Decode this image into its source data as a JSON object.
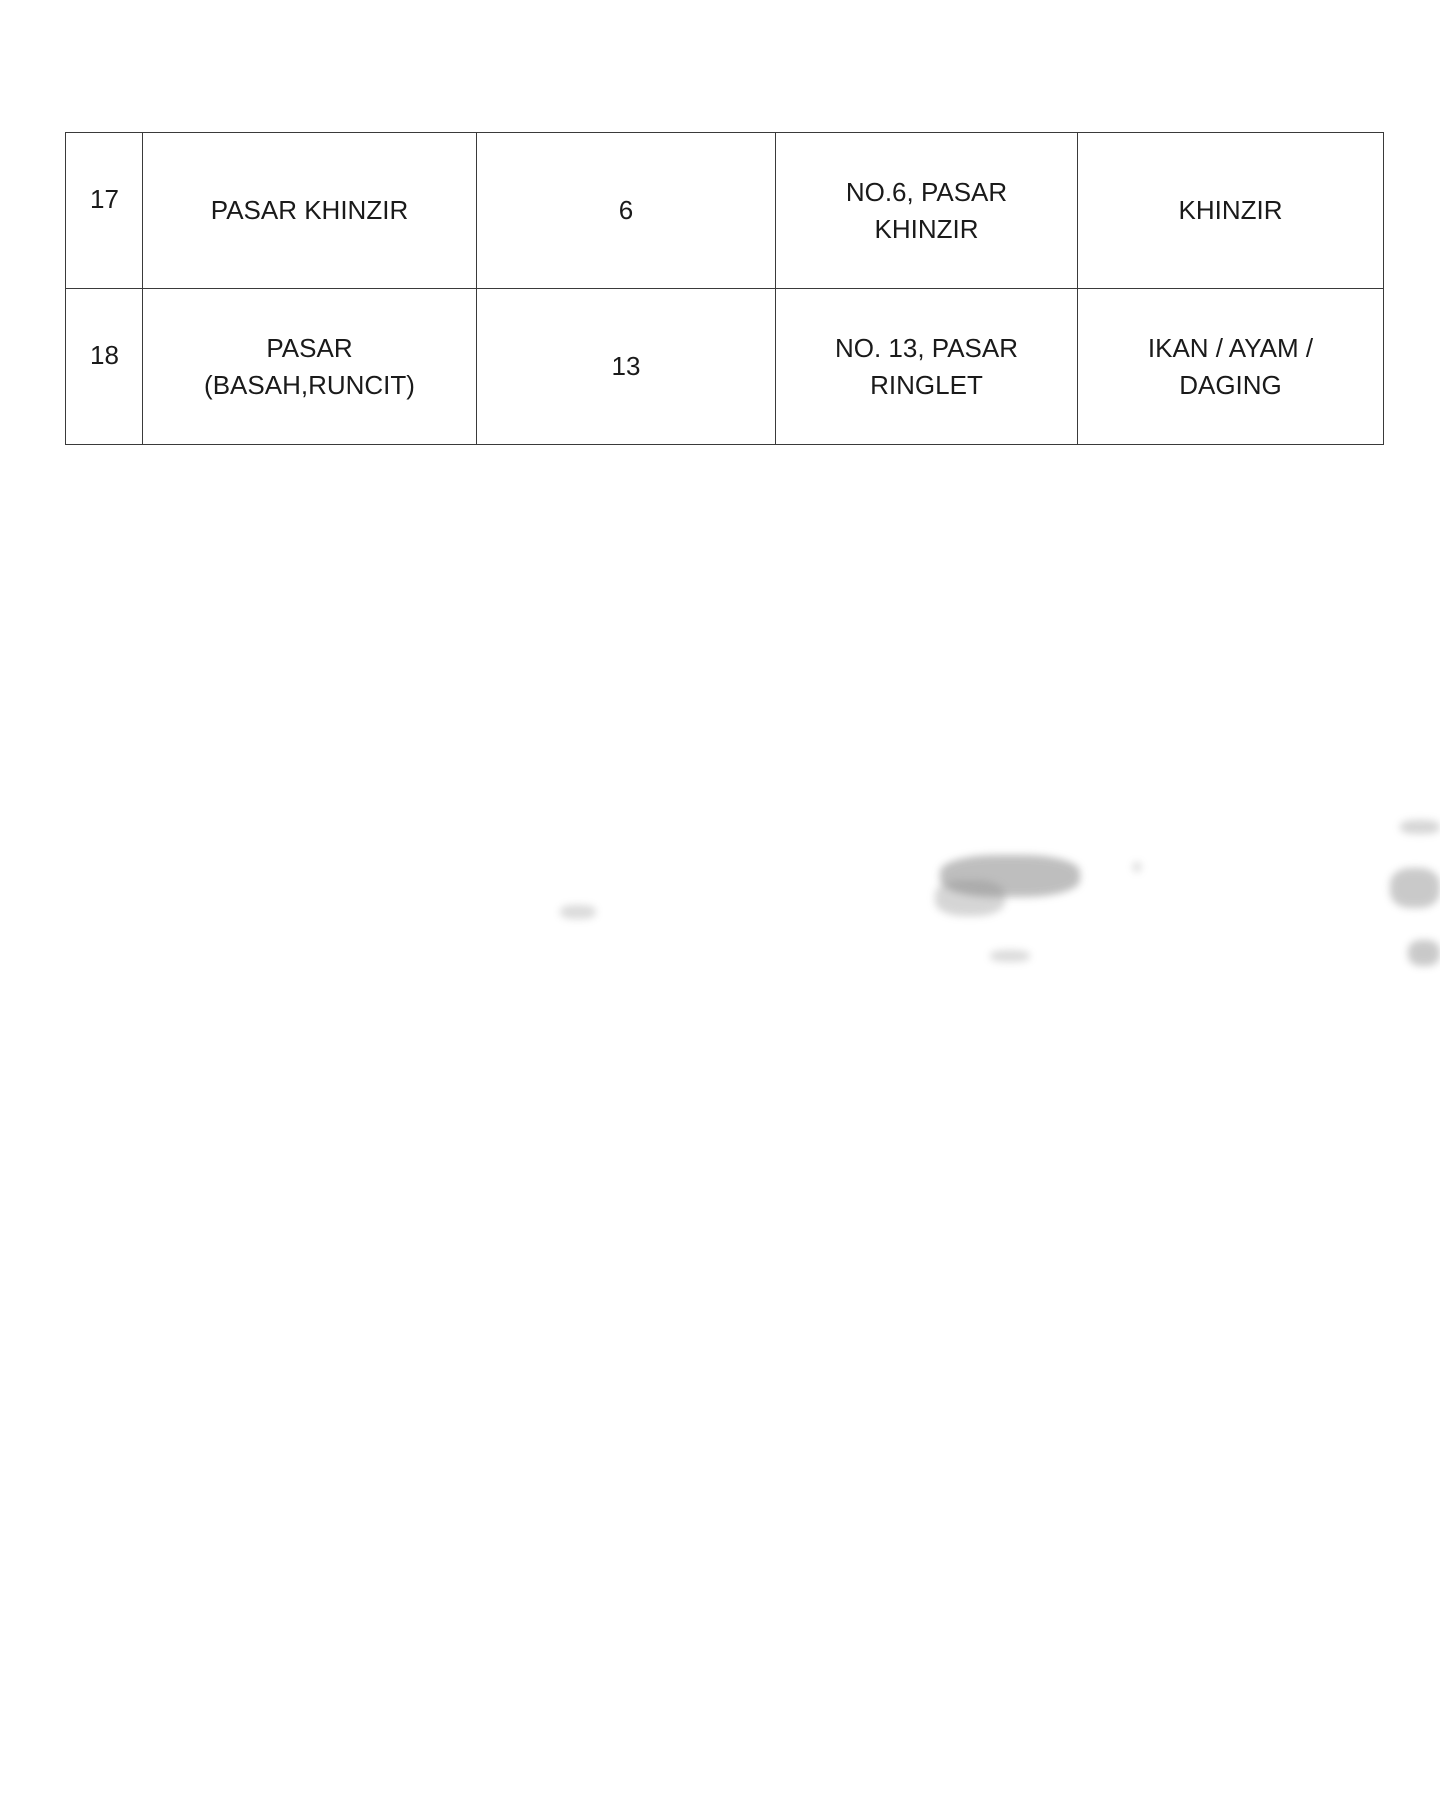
{
  "table": {
    "rows": [
      {
        "no": "17",
        "name": [
          "PASAR KHINZIR"
        ],
        "count": "6",
        "address": [
          "NO.6, PASAR",
          "KHINZIR"
        ],
        "type": [
          "KHINZIR"
        ]
      },
      {
        "no": "18",
        "name": [
          "PASAR",
          "(BASAH,RUNCIT)"
        ],
        "count": "13",
        "address": [
          "NO. 13, PASAR",
          "RINGLET"
        ],
        "type": [
          "IKAN / AYAM /",
          "DAGING"
        ]
      }
    ]
  }
}
